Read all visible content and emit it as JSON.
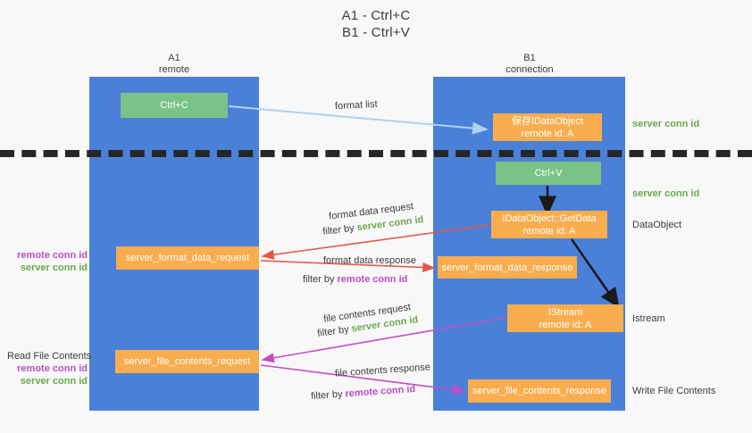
{
  "title": {
    "line1": "A1 - Ctrl+C",
    "line2": "B1 - Ctrl+V"
  },
  "columns": [
    {
      "name": "A1",
      "subtitle": "remote",
      "color": "#4a80d8"
    },
    {
      "name": "B1",
      "subtitle": "connection",
      "color": "#4a80d8"
    }
  ],
  "colors": {
    "column_blue": "#4a80d8",
    "box_orange": "#f9ad4e",
    "box_green": "#7ac387",
    "server_conn_green": "#6aa84f",
    "remote_conn_magenta": "#b84ec6",
    "arrow_red": "#e8544a",
    "arrow_magenta": "#c44ec6",
    "arrow_light_blue": "#aed3f0",
    "arrow_black": "#1a1a1a",
    "divider_black": "#262626",
    "background": "#f8f8f8"
  },
  "boxes": {
    "ctrl_c": "Ctrl+C",
    "save_idataobject_l1": "保存IDataObject",
    "save_idataobject_l2": "remote id: A",
    "ctrl_v": "Ctrl+V",
    "getdata_l1": "IDataObject::GetData",
    "getdata_l2": "remote id: A",
    "format_data_request": "server_format_data_request",
    "format_data_response": "server_format_data_response",
    "istream_l1": "IStream",
    "istream_l2": "remote id: A",
    "file_contents_request": "server_file_contents_request",
    "file_contents_response": "server_file_contents_response"
  },
  "side_labels": {
    "server_conn_id_top": "server conn id",
    "server_conn_id_second": "server conn id",
    "dataobject": "DataObject",
    "istream": "Istream",
    "write_file_contents": "Write File Contents",
    "read_file_contents": "Read File Contents",
    "remote_conn_id": "remote conn id",
    "server_conn_id": "server conn id"
  },
  "arrow_labels": {
    "format_list": "format list",
    "format_data_request": "format data request",
    "format_data_request_filter_prefix": "filter by ",
    "format_data_request_filter_value": "server conn id",
    "format_data_response": "format data response",
    "format_data_response_filter_prefix": "filter by ",
    "format_data_response_filter_value": "remote conn id",
    "file_contents_request": "file contents request",
    "file_contents_request_filter_prefix": "filter by ",
    "file_contents_request_filter_value": "server conn id",
    "file_contents_response": "file contents response",
    "file_contents_response_filter_prefix": "filter by ",
    "file_contents_response_filter_value": "remote conn id"
  }
}
